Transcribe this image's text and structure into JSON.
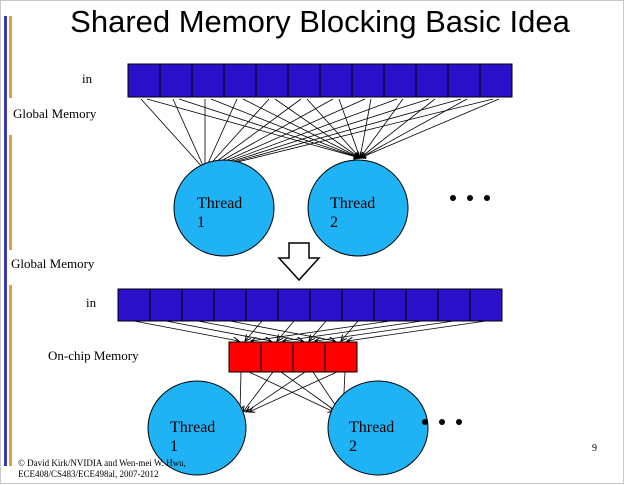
{
  "title": "Shared Memory Blocking Basic Idea",
  "labels": {
    "in_top": "in",
    "global_top": "Global Memory",
    "global_bottom": "Global Memory",
    "in_bottom": "in",
    "onchip": "On-chip Memory"
  },
  "threads_top": [
    {
      "line1": "Thread",
      "line2": "1"
    },
    {
      "line1": "Thread",
      "line2": "2"
    }
  ],
  "threads_bottom": [
    {
      "line1": "Thread",
      "line2": "1"
    },
    {
      "line1": "Thread",
      "line2": "2"
    }
  ],
  "footer": {
    "line1": "© David Kirk/NVIDIA and Wen-mei W. Hwu,",
    "line2": "ECE408/CS483/ECE498al, 2007-2012"
  },
  "page_number": "9",
  "colors": {
    "memory_cell": "#2a10c8",
    "onchip_cell": "#ff0000",
    "thread": "#1fb2f5",
    "sidebar_blue": "#3a3ab0",
    "sidebar_orange": "#e0a040"
  }
}
